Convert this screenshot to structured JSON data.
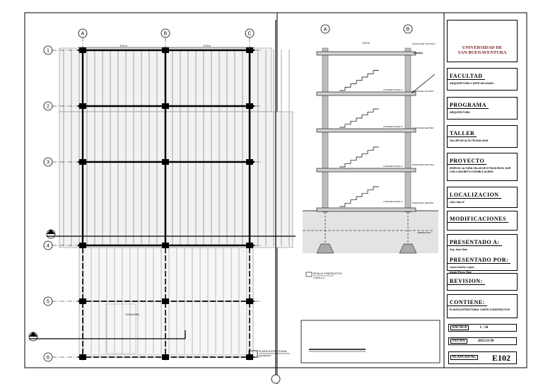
{
  "plan": {
    "col_axes": [
      "A",
      "B",
      "C"
    ],
    "row_axes": [
      "1",
      "2",
      "3",
      "4",
      "5",
      "6"
    ],
    "bay_widths": [
      "6.00 m",
      "6.00 m"
    ],
    "plan_title": "PLANTA ESTRUCTURAL",
    "plan_subtitle": "ENTREPISO",
    "stair_label": "ESCALERA"
  },
  "section": {
    "col_axes": [
      "A",
      "B"
    ],
    "bay_width": "6.00 m",
    "roof_label": "PLANTA DEL 5TO PISO",
    "slab_labels": [
      "LOSACERO NIVEL 4°",
      "LOSACERO NIVEL 3°",
      "LOSACERO NIVEL 2°",
      "LOSACERO NIVEL 1°"
    ],
    "floor_labels": [
      "PLANTA DEL 4TO PISO",
      "PLANTA DEL 3ER PISO",
      "PLANTA DEL 2DO PISO",
      "PLANTA DEL 1ER PISO"
    ],
    "foundation_label": "CIMENTACION",
    "detail_label": "DETALLE CONSTRUCTIVO",
    "detail_sub": "CORTE A-A"
  },
  "title_block": {
    "university": "UNIVERSIDAD DE\nSAN BUENAVENTURA",
    "sections": [
      {
        "title": "FACULTAD",
        "value": "ARQUITECTURA Y ARTE APLICADO"
      },
      {
        "title": "PROGRAMA",
        "value": "ARQUITECTURA"
      },
      {
        "title": "TALLER",
        "value": "TALLER DE ALTA TECNOLOGIA"
      },
      {
        "title": "PROYECTO",
        "value": "EDIFICIO: ALTURA CELAS DE 5 PISOS EN EL SUR CON CONCRETO FLEXIBLE ACERO"
      },
      {
        "title": "LOCALIZACION",
        "value": "CALI VALLE"
      },
      {
        "title": "MODIFICACIONES",
        "value": ""
      }
    ],
    "presented_to_title": "PRESENTADO A:",
    "presented_to_value": "Arq. Juan Diaz",
    "presented_by_title": "PRESENTADO POR:",
    "presented_by_names": [
      "Laura Castro, Lopez",
      "Daniel Perez, Ruiz"
    ],
    "revision_title": "REVISION:",
    "content_title": "CONTIENE:",
    "content_value": "PLANTA ESTRUCTURAL CORTE CONSTRUCTIVO",
    "scale_label": "ESCALA",
    "scale_value": "1 : 50",
    "date_label": "FECHA",
    "date_value": "2015/11/30",
    "sheet_label": "PLANCHA No.",
    "sheet_value": "E102"
  }
}
